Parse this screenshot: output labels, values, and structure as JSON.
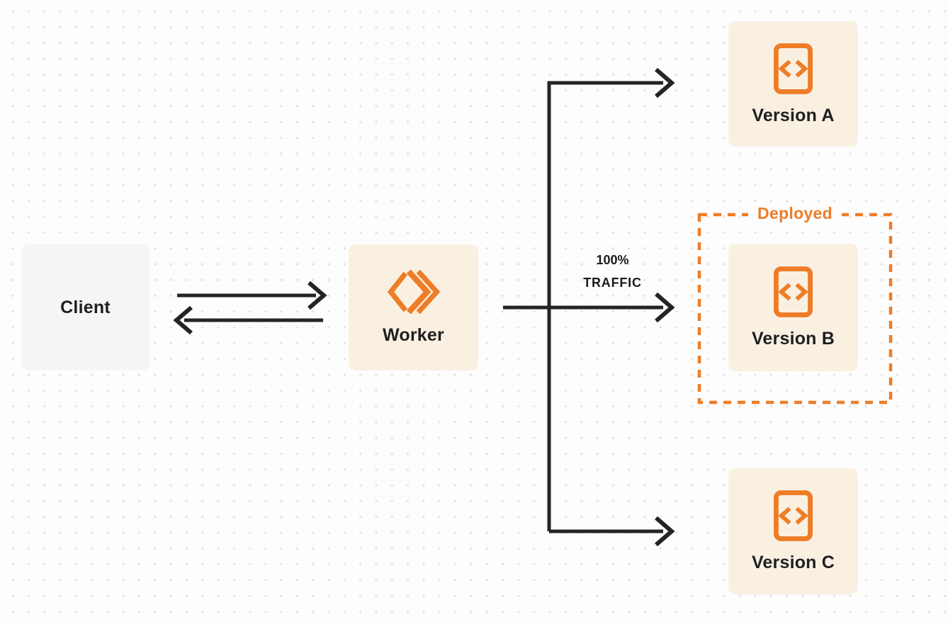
{
  "colors": {
    "accent_orange": "#EE7D28",
    "node_cream": "#FAF0E2",
    "node_gray": "#F5F5F6",
    "line_dark": "#242424",
    "page_bg": "#FDFDFD",
    "dot_color": "#E3E3E3"
  },
  "nodes": {
    "client": {
      "label": "Client"
    },
    "worker": {
      "label": "Worker"
    },
    "version_a": {
      "label": "Version A"
    },
    "version_b": {
      "label": "Version B"
    },
    "version_c": {
      "label": "Version C"
    }
  },
  "annotations": {
    "deployed_label": "Deployed",
    "traffic_line1": "100%",
    "traffic_line2": "TRAFFIC"
  }
}
